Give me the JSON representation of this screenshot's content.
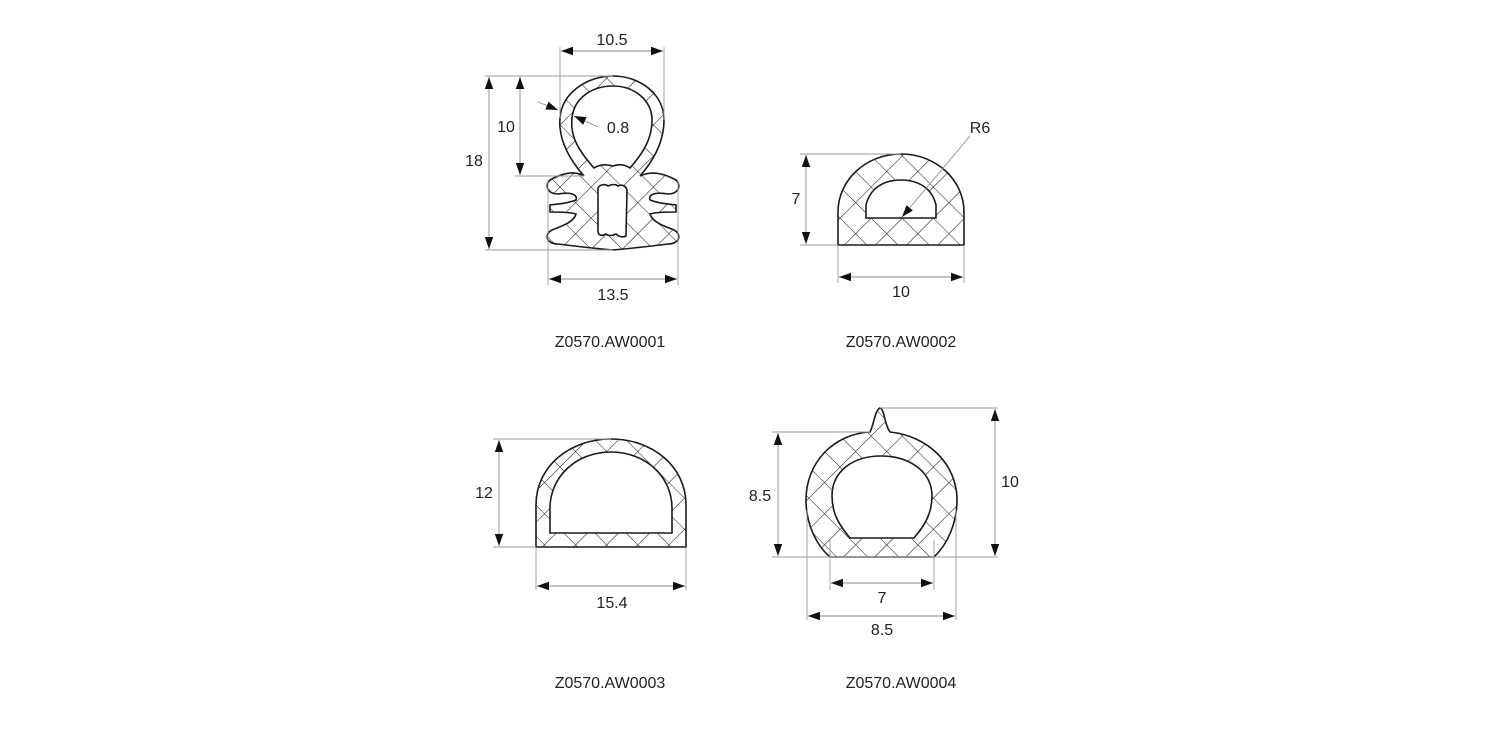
{
  "drawing": {
    "background": "#ffffff",
    "line_color": "#1a1a1a",
    "hatch": "cross-hatch",
    "profiles": [
      {
        "code": "Z0570.AW0001",
        "dimensions": {
          "top_width": "10.5",
          "bulb_height": "10",
          "wall_thickness": "0.8",
          "overall_height": "18",
          "base_width": "13.5"
        }
      },
      {
        "code": "Z0570.AW0002",
        "dimensions": {
          "radius": "R6",
          "height": "7",
          "width": "10"
        }
      },
      {
        "code": "Z0570.AW0003",
        "dimensions": {
          "height": "12",
          "width": "15.4"
        }
      },
      {
        "code": "Z0570.AW0004",
        "dimensions": {
          "body_height": "8.5",
          "overall_height": "10",
          "inner_width": "7",
          "outer_width": "8.5"
        }
      }
    ]
  }
}
